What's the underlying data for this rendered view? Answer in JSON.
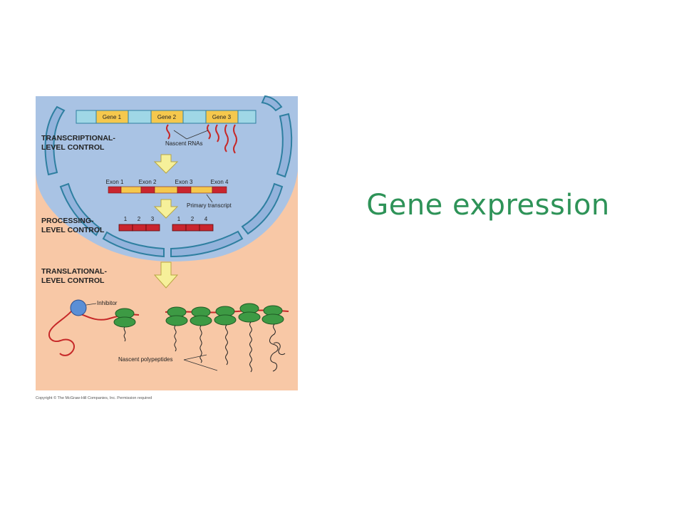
{
  "slide": {
    "title": "Gene expression"
  },
  "diagram": {
    "genes": [
      "Gene 1",
      "Gene 2",
      "Gene 3"
    ],
    "exons": [
      "Exon 1",
      "Exon 2",
      "Exon 3",
      "Exon 4"
    ],
    "control_levels": [
      [
        "TRANSCRIPTIONAL-",
        "LEVEL CONTROL"
      ],
      [
        "PROCESSING-",
        "LEVEL CONTROL"
      ],
      [
        "TRANSLATIONAL-",
        "LEVEL CONTROL"
      ]
    ],
    "nascent_rnas": "Nascent RNAs",
    "primary_transcript": "Primary transcript",
    "processed_left_numbers": [
      "1",
      "2",
      "3"
    ],
    "processed_right_numbers": [
      "1",
      "2",
      "4"
    ],
    "inhibitor": "Inhibitor",
    "nascent_polypeptides": "Nascent polypeptides",
    "copyright": "Copyright © The McGraw-Hill Companies, Inc. Permission required"
  },
  "colors": {
    "cytoplasm": "#f8c8a6",
    "nucleus": "#a9c3e4",
    "envelope": "#93b3dc",
    "envelope_stroke": "#2e7fa0",
    "dna_strand": "#9fd7e6",
    "gene": "#f5c84d",
    "exon": "#c9252e",
    "intron": "#f5c84d",
    "arrow": "#f6f09a",
    "rna": "#c62828",
    "ribosome": "#3d9a44",
    "inhibitor": "#5a8fd6",
    "title": "#2e9358"
  }
}
